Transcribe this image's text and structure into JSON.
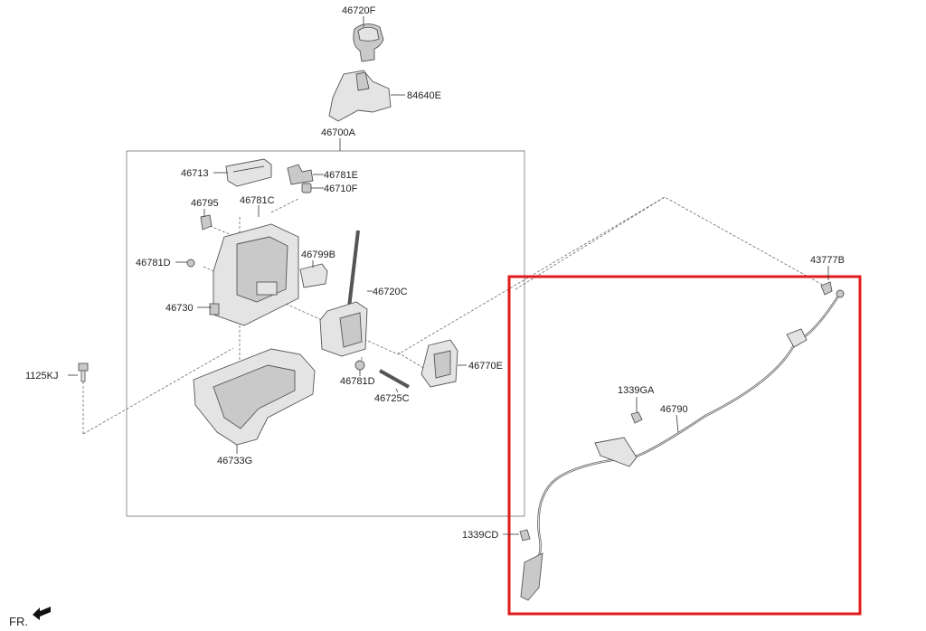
{
  "diagram": {
    "labels": {
      "p46720F": "46720F",
      "p84640E": "84640E",
      "p46700A": "46700A",
      "p46713": "46713",
      "p46781E": "46781E",
      "p46710F": "46710F",
      "p46795": "46795",
      "p46781C": "46781C",
      "p46781D_a": "46781D",
      "p46799B": "46799B",
      "p46730": "46730",
      "p46720C": "46720C",
      "p1125KJ": "1125KJ",
      "p46781D_b": "46781D",
      "p46725C": "46725C",
      "p46770E": "46770E",
      "p46733G": "46733G",
      "p43777B": "43777B",
      "p1339GA": "1339GA",
      "p46790": "46790",
      "p1339CD": "1339CD"
    },
    "direction_label": "FR.",
    "highlight_color": "#e01b1b",
    "part_color": "#e4e4e4"
  }
}
